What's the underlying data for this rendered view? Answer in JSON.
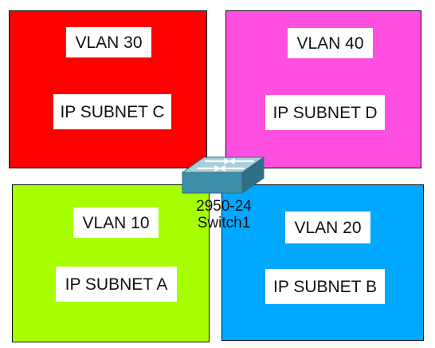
{
  "zones": {
    "vlan30": {
      "vlan": "VLAN 30",
      "subnet": "IP SUBNET C",
      "color": "#FF0000"
    },
    "vlan40": {
      "vlan": "VLAN 40",
      "subnet": "IP SUBNET D",
      "color": "#FF4FE0"
    },
    "vlan10": {
      "vlan": "VLAN 10",
      "subnet": "IP SUBNET A",
      "color": "#A8FF00"
    },
    "vlan20": {
      "vlan": "VLAN 20",
      "subnet": "IP SUBNET B",
      "color": "#00A8FF"
    }
  },
  "switch": {
    "model": "2950-24",
    "name": "Switch1",
    "icon": "network-switch-icon",
    "color": "#3D8FA8"
  }
}
